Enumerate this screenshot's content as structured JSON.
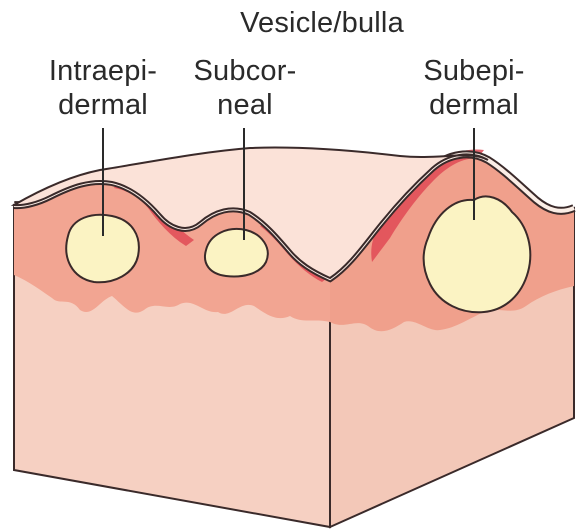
{
  "title": "Vesicle/bulla",
  "labels": {
    "intraepidermal": {
      "line1": "Intraepi-",
      "line2": "dermal"
    },
    "subcorneal": {
      "line1": "Subcor-",
      "line2": "neal"
    },
    "subepidermal": {
      "line1": "Subepi-",
      "line2": "dermal"
    }
  },
  "colors": {
    "dermis": "#f6cfc0",
    "epidermis": "#f2a592",
    "blister_fluid": "#fbf3c3",
    "inflamed": "#e14a55",
    "outline": "#3a2a2a"
  }
}
